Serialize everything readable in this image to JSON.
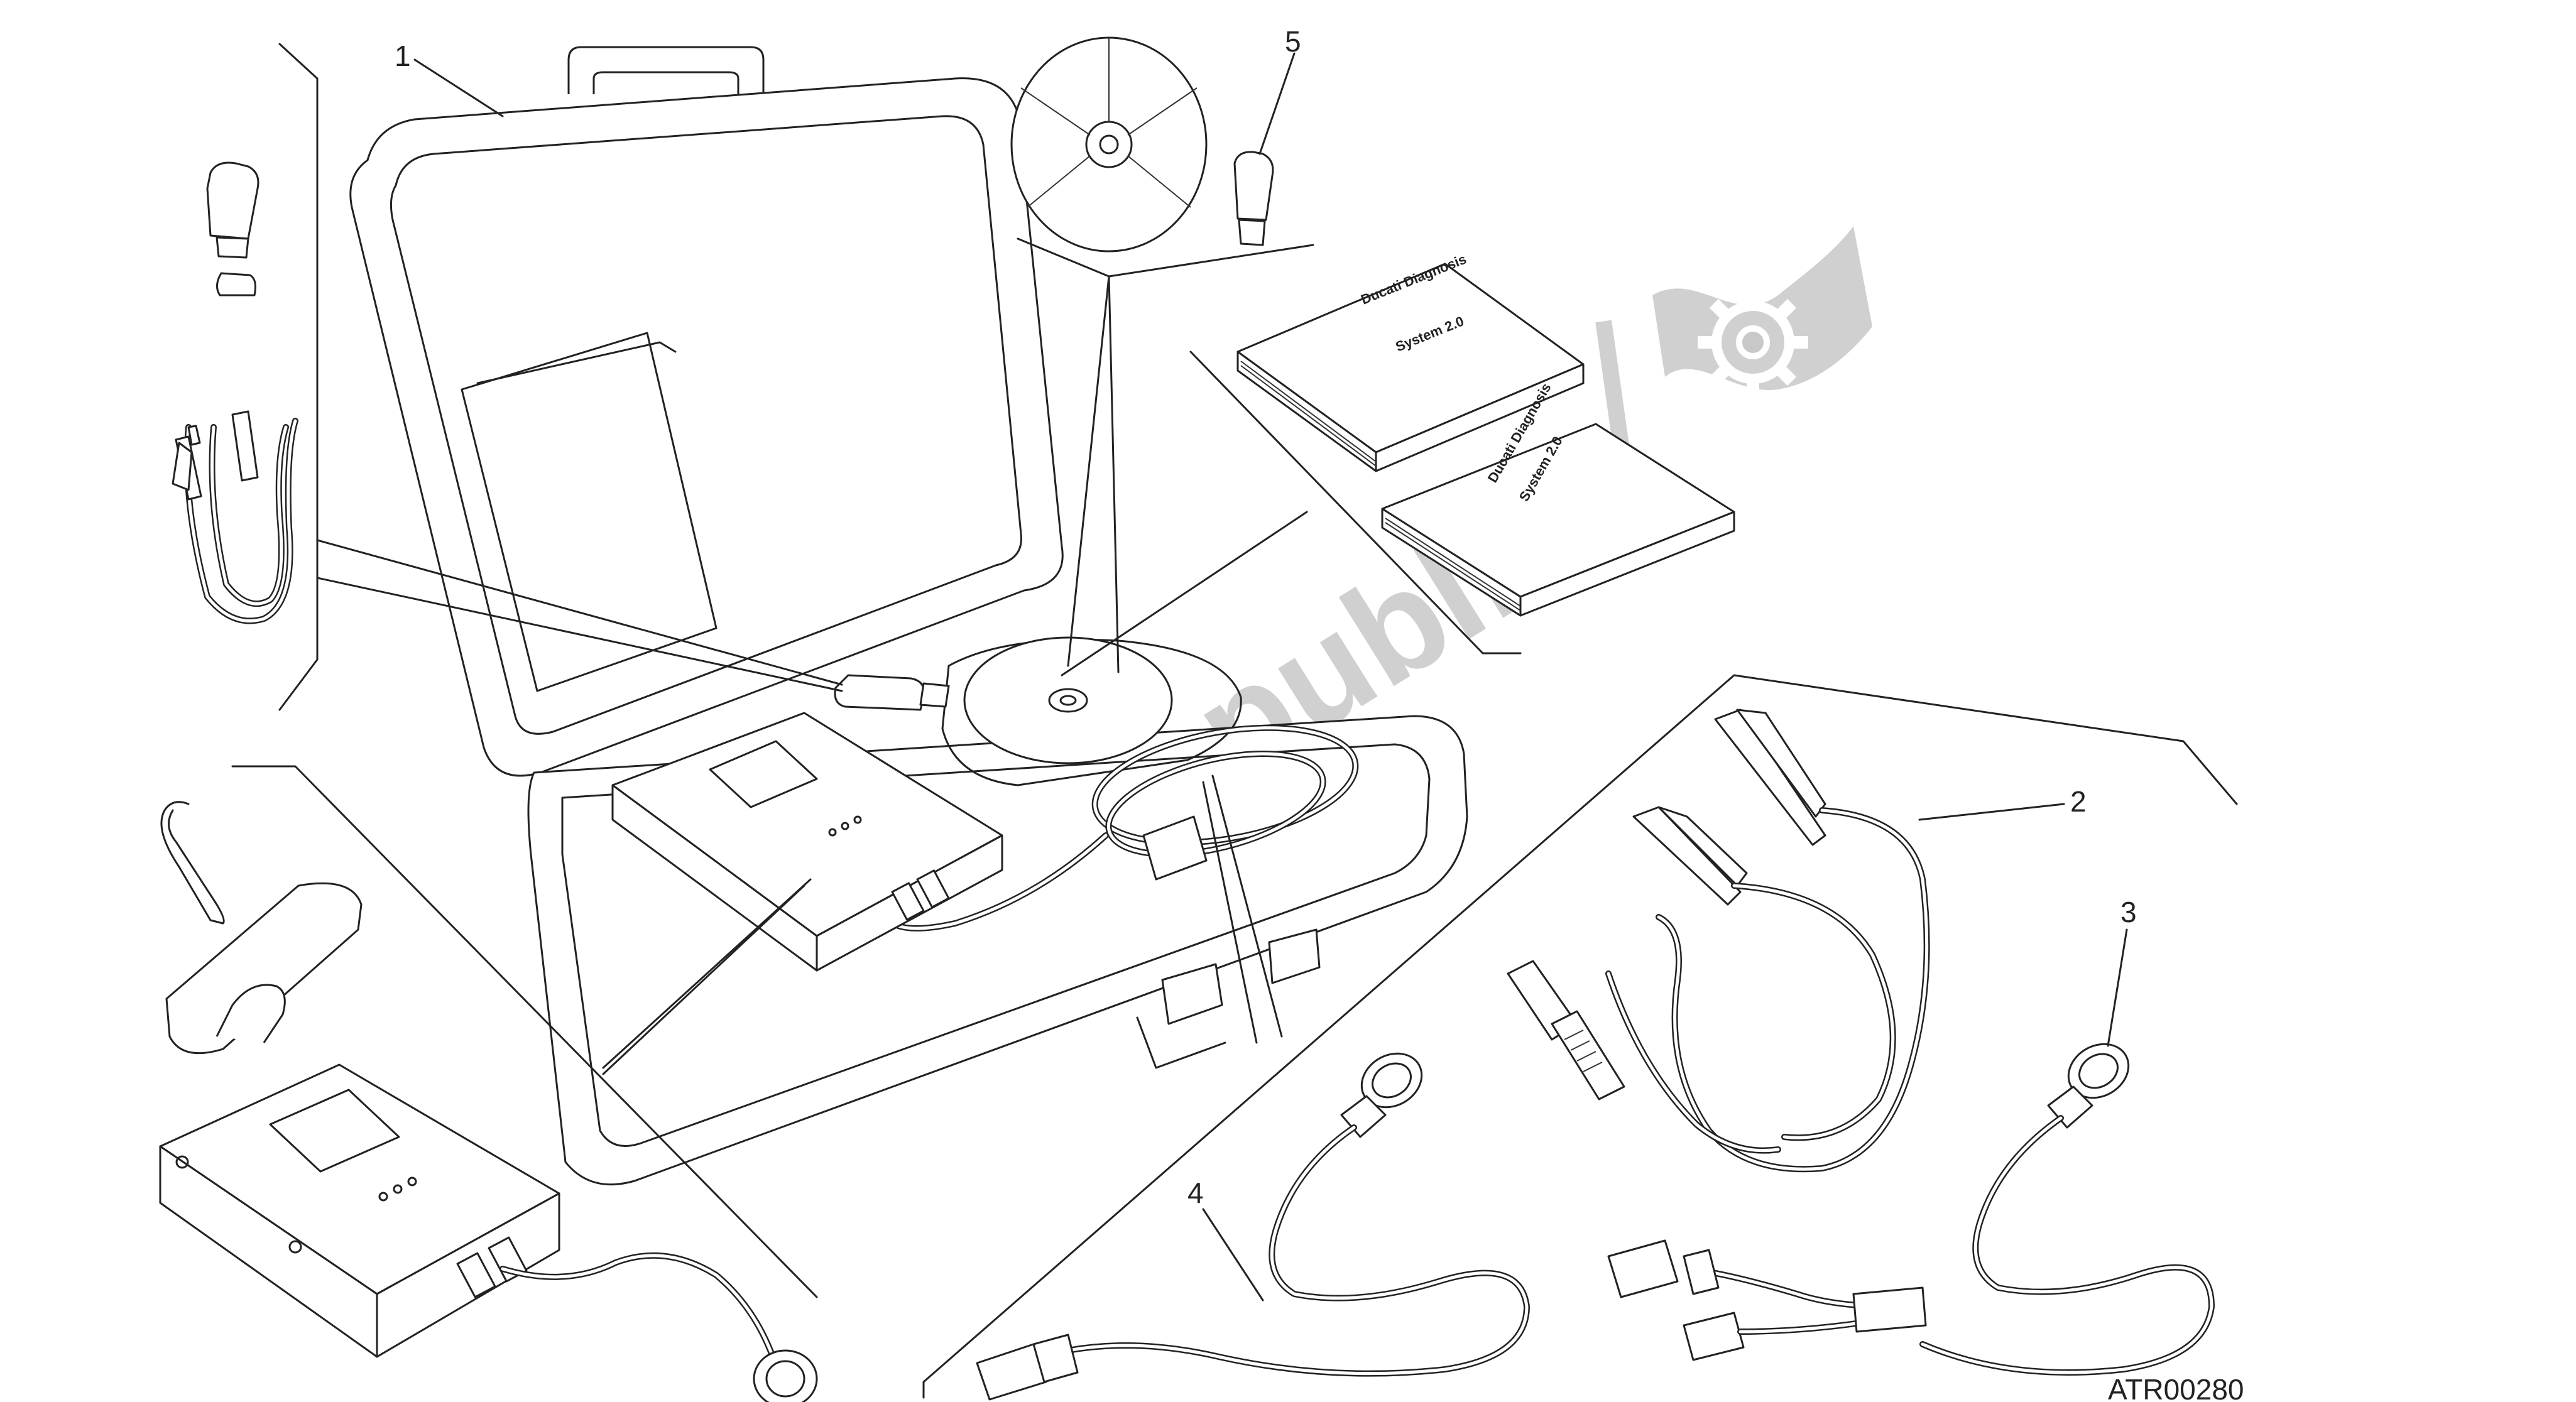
{
  "diagram": {
    "drawing_code": "ATR00280",
    "callouts": [
      "1",
      "2",
      "3",
      "4",
      "5"
    ],
    "manual_title_line1": "Ducati Diagnosis",
    "manual_title_line2": "System 2.0",
    "watermark": "PartsRepublik",
    "watermark_icon": "gear-icon"
  }
}
